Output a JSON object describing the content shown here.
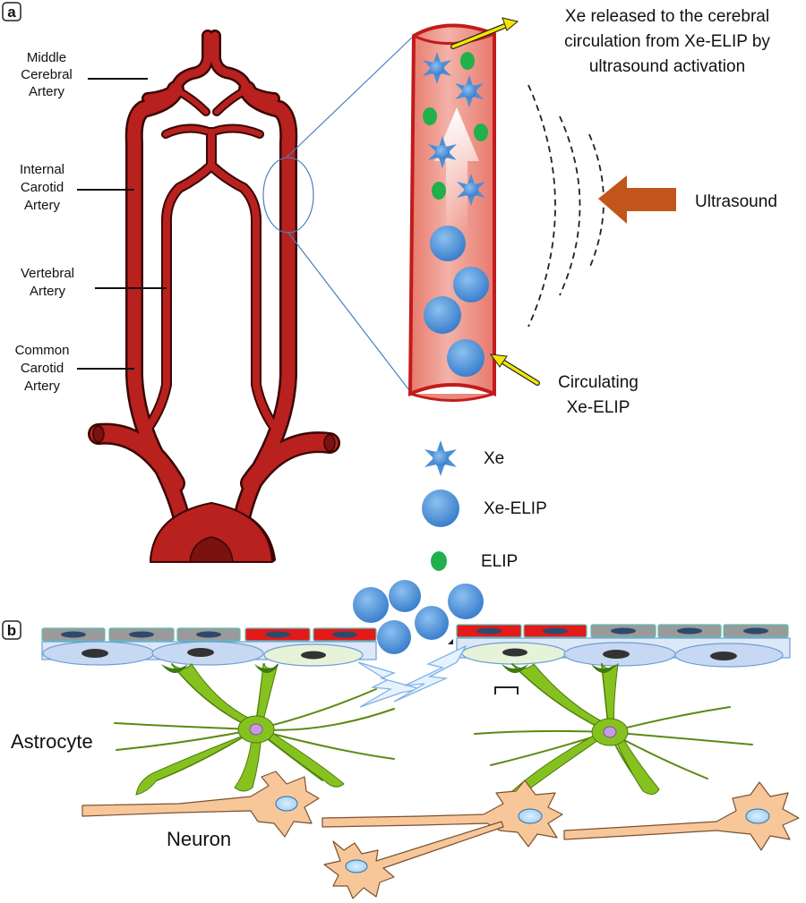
{
  "panel_a": {
    "letter": "a",
    "artery_labels": {
      "mca_line1": "Middle",
      "mca_line2": "Cerebral",
      "mca_line3": "Artery",
      "ica_line1": "Internal",
      "ica_line2": "Carotid",
      "ica_line3": "Artery",
      "va_line1": "Vertebral",
      "va_line2": "Artery",
      "cca_line1": "Common",
      "cca_line2": "Carotid",
      "cca_line3": "Artery"
    },
    "release_line1": "Xe released to the cerebral",
    "release_line2": "circulation from Xe-ELIP by",
    "release_line3": "ultrasound activation",
    "ultrasound_label": "Ultrasound",
    "circulating_line1": "Circulating",
    "circulating_line2": "Xe-ELIP"
  },
  "legend": {
    "xe": "Xe",
    "xe_elip": "Xe-ELIP",
    "elip": "ELIP"
  },
  "panel_b": {
    "letter": "b",
    "astrocyte_label": "Astrocyte",
    "neuron_label": "Neuron"
  },
  "colors": {
    "artery": "#b8211e",
    "artery_dark": "#7a1210",
    "vessel_fill": "#e58f85",
    "bubble_blue": "#4a8fd8",
    "elip_green": "#22b04b",
    "ultrasound_arrow": "#c2561a",
    "pointer_arrow": "#f2e600",
    "astrocyte": "#86c21f",
    "neuron": "#f7c79a",
    "red_cell": "#e21a1a",
    "grey_cell": "#9a9a9a"
  }
}
